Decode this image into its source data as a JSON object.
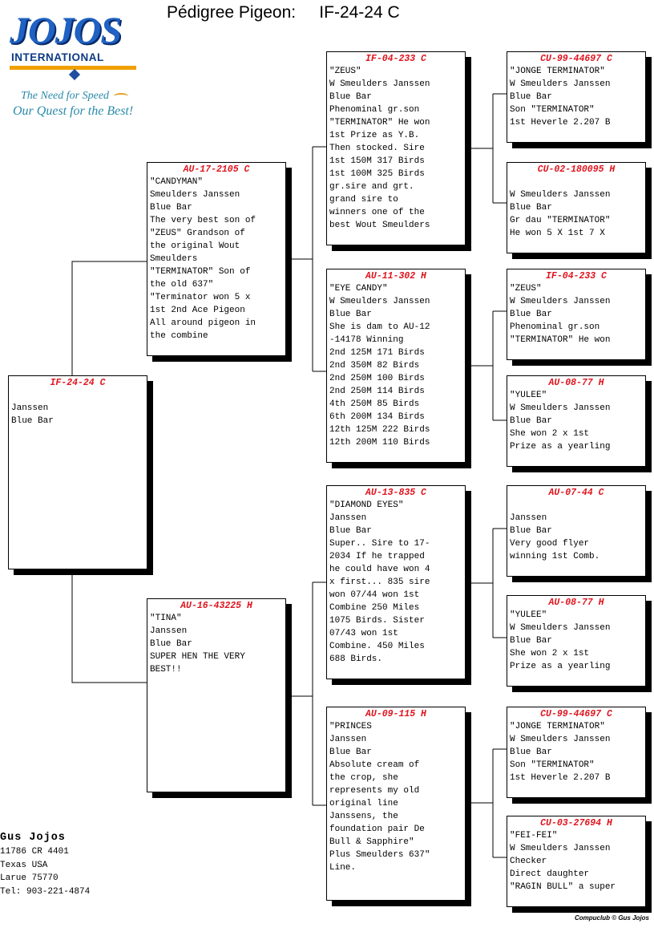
{
  "header": {
    "title": "Pédigree Pigeon:     IF-24-24 C"
  },
  "logo": {
    "name": "JOJOS",
    "subtitle": "INTERNATIONAL",
    "tagline1": "The Need for Speed",
    "tagline2": "Our Quest for the Best!"
  },
  "pigeons": {
    "subject": {
      "id": "IF-24-24 C",
      "body": "\nJanssen\nBlue Bar"
    },
    "sire": {
      "id": "AU-17-2105 C",
      "body": "\"CANDYMAN\"\nSmeulders Janssen\nBlue Bar\nThe very best son of\n\"ZEUS\" Grandson of\nthe original Wout\nSmeulders\n\"TERMINATOR\" Son of\nthe old 637\"\n\"Terminator won 5 x\n1st 2nd Ace Pigeon\nAll around pigeon in\nthe combine"
    },
    "dam": {
      "id": "AU-16-43225 H",
      "body": "\"TINA\"\nJanssen\nBlue Bar\nSUPER HEN THE VERY\nBEST!!"
    },
    "ss": {
      "id": "IF-04-233 C",
      "body": "\"ZEUS\"\nW Smeulders Janssen\nBlue Bar\nPhenominal gr.son\n\"TERMINATOR\" He won\n1st Prize as Y.B.\nThen stocked. Sire\n1st 150M 317 Birds\n1st 100M 325 Birds\ngr.sire and grt.\ngrand sire to\nwinners one of the\nbest Wout Smeulders"
    },
    "sd": {
      "id": "AU-11-302 H",
      "body": "\"EYE CANDY\"\nW Smeulders Janssen\nBlue Bar\nShe is dam to AU-12\n-14178 Winning\n2nd 125M 171 Birds\n2nd 350M 82 Birds\n2nd 250M 100 Birds\n2nd 250M 114 Birds\n4th 250M 85 Birds\n6th 200M 134 Birds\n12th 125M 222 Birds\n12th 200M 110 Birds"
    },
    "ds": {
      "id": "AU-13-835 C",
      "body": "\"DIAMOND EYES\"\nJanssen\nBlue Bar\nSuper.. Sire to 17-\n2034 If he trapped\nhe could have won 4\nx first... 835 sire\nwon 07/44 won 1st\nCombine 250 Miles\n1075 Birds. Sister\n07/43 won 1st\nCombine. 450 Miles\n688 Birds."
    },
    "dd": {
      "id": "AU-09-115 H",
      "body": "\"PRINCES\nJanssen\nBlue Bar\nAbsolute cream of\nthe crop, she\nrepresents my old\noriginal line\nJanssens, the\nfoundation pair De\nBull & Sapphire\"\nPlus Smeulders 637\"\nLine."
    },
    "sss": {
      "id": "CU-99-44697 C",
      "body": "\"JONGE TERMINATOR\"\nW Smeulders Janssen\nBlue Bar\nSon \"TERMINATOR\"\n1st Heverle 2.207 B"
    },
    "ssd": {
      "id": "CU-02-180095 H",
      "body": "\nW Smeulders Janssen\nBlue Bar\nGr dau \"TERMINATOR\"\nHe won 5 X 1st 7 X"
    },
    "sds": {
      "id": "IF-04-233 C",
      "body": "\"ZEUS\"\nW Smeulders Janssen\nBlue Bar\nPhenominal gr.son\n\"TERMINATOR\" He won"
    },
    "sdd": {
      "id": "AU-08-77 H",
      "body": "\"YULEE\"\nW Smeulders Janssen\nBlue Bar\nShe won 2 x 1st\nPrize as a yearling"
    },
    "dss": {
      "id": "AU-07-44 C",
      "body": "\nJanssen\nBlue Bar\nVery good flyer\nwinning 1st Comb."
    },
    "dsd": {
      "id": "AU-08-77 H",
      "body": "\"YULEE\"\nW Smeulders Janssen\nBlue Bar\nShe won 2 x 1st\nPrize as a yearling"
    },
    "dds": {
      "id": "CU-99-44697 C",
      "body": "\"JONGE TERMINATOR\"\nW Smeulders Janssen\nBlue Bar\nSon \"TERMINATOR\"\n1st Heverle 2.207 B"
    },
    "ddd": {
      "id": "CU-03-27694 H",
      "body": "\"FEI-FEI\"\nW Smeulders Janssen\nChecker\nDirect daughter\n\"RAGIN BULL\" a super"
    }
  },
  "owner": {
    "name": "Gus Jojos",
    "address1": "11786 CR 4401",
    "address2": "Texas USA",
    "address3": "Larue 75770",
    "phone": "Tel: 903-221-4874"
  },
  "footer": {
    "credit": "Compuclub © Gus Jojos"
  }
}
